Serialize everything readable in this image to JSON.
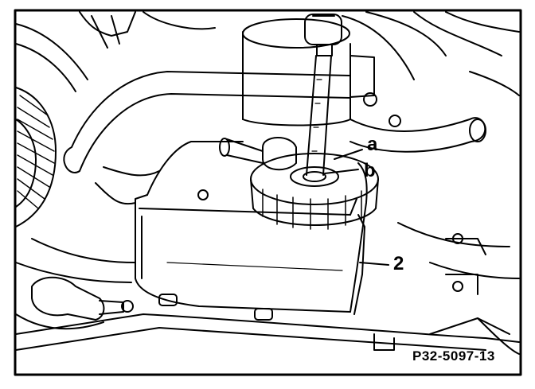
{
  "callouts": {
    "a": "a",
    "b": "b",
    "two": "2"
  },
  "figure_id": "P32-5097-13",
  "colors": {
    "ink": "#000000",
    "paper": "#ffffff"
  }
}
